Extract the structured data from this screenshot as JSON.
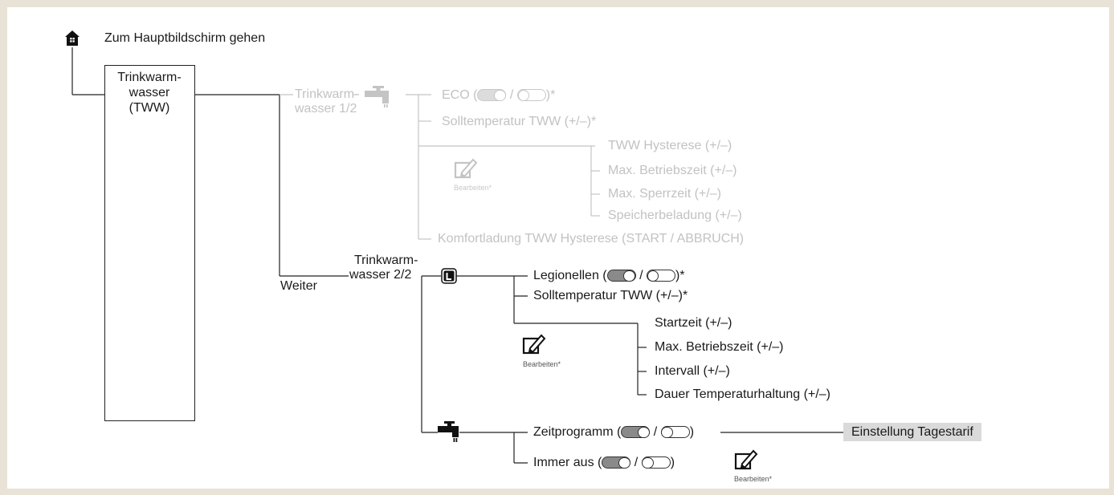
{
  "colors": {
    "active": "#1a1a1a",
    "inactive": "#c2c2c2",
    "highlight": "#dadada",
    "frame": "#e9e2d6"
  },
  "header": {
    "home_label": "Zum Hauptbildschirm gehen",
    "home_icon": "home-icon"
  },
  "root": {
    "line1": "Trinkwarm-",
    "line2": "wasser",
    "line3": "(TWW)"
  },
  "page1": {
    "title_line1": "Trinkwarm-",
    "title_line2": "wasser 1/2",
    "icon": "faucet-icon",
    "eco": {
      "label": "ECO (",
      "sep": " / ",
      "suffix": ")*"
    },
    "setpoint": "Solltemperatur TWW (+/–)*",
    "edit_label": "Bearbeiten*",
    "edit_items": [
      "TWW Hysterese (+/–)",
      "Max. Betriebszeit (+/–)",
      "Max. Sperrzeit (+/–)",
      "Speicherbeladung (+/–)"
    ],
    "comfort": "Komfortladung TWW Hysterese (START / ABBRUCH)"
  },
  "page2": {
    "weiter": "Weiter",
    "title_line1": "Trinkwarm-",
    "title_line2": "wasser 2/2",
    "legionella_icon": "legionella-icon",
    "legionellen": {
      "label": "Legionellen (",
      "sep": " / ",
      "suffix": ")*"
    },
    "setpoint": "Solltemperatur TWW (+/–)*",
    "edit_label": "Bearbeiten*",
    "edit_items": [
      "Startzeit (+/–)",
      "Max. Betriebszeit (+/–)",
      "Intervall (+/–)",
      "Dauer Temperaturhaltung (+/–)"
    ],
    "faucet_icon": "faucet-icon",
    "zeitprogramm": {
      "label": "Zeitprogramm (",
      "sep": " / ",
      "suffix": ")"
    },
    "immer_aus": {
      "label": "Immer aus (",
      "sep": " / ",
      "suffix": ")"
    },
    "tarif": "Einstellung Tagestarif",
    "tarif_edit_label": "Bearbeiten*"
  }
}
